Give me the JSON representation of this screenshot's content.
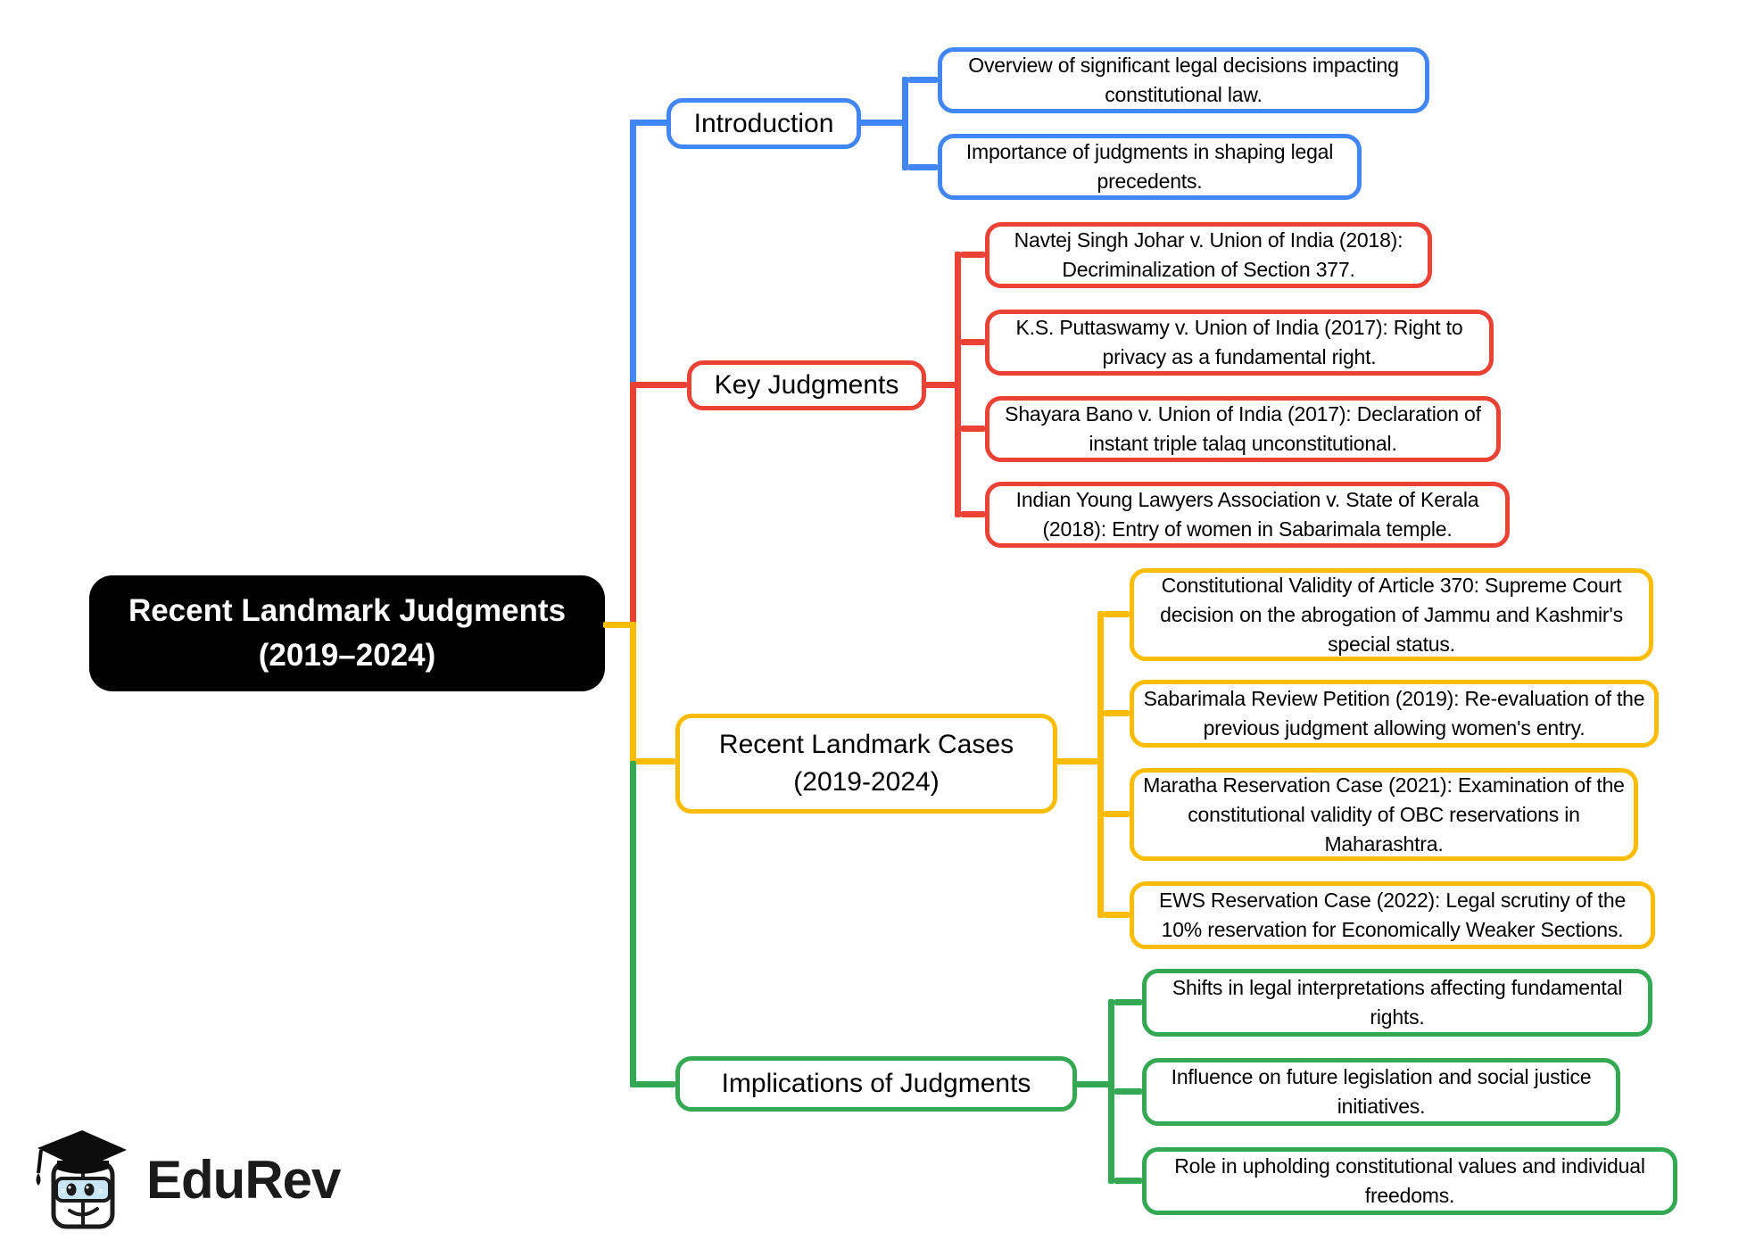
{
  "page": {
    "background": "#ffffff"
  },
  "root": {
    "title": "Recent Landmark Judgments",
    "years": "(2019–2024)",
    "bg": "#000000",
    "text_color": "#ffffff"
  },
  "branches": [
    {
      "label": "Introduction",
      "color": "#4285F4",
      "children": [
        "Overview of significant legal decisions impacting constitutional law.",
        "Importance of judgments in shaping legal precedents."
      ]
    },
    {
      "label": "Key Judgments",
      "color": "#EA4335",
      "children": [
        "Navtej Singh Johar v. Union of India (2018): Decriminalization of Section 377.",
        "K.S. Puttaswamy v. Union of India (2017): Right to privacy as a fundamental right.",
        "Shayara Bano v. Union of India (2017): Declaration of instant triple talaq unconstitutional.",
        "Indian Young Lawyers Association v. State of Kerala (2018): Entry of women in Sabarimala temple."
      ]
    },
    {
      "label": "Recent Landmark Cases (2019-2024)",
      "color": "#FBBC05",
      "children": [
        "Constitutional Validity of Article 370: Supreme Court decision on the abrogation of Jammu and Kashmir's special status.",
        "Sabarimala Review Petition (2019): Re-evaluation of the previous judgment allowing women's entry.",
        "Maratha Reservation Case (2021): Examination of the constitutional validity of OBC reservations in Maharashtra.",
        "EWS Reservation Case (2022): Legal scrutiny of the 10% reservation for Economically Weaker Sections."
      ]
    },
    {
      "label": "Implications of Judgments",
      "color": "#34A853",
      "children": [
        "Shifts in legal interpretations affecting fundamental rights.",
        "Influence on future legislation and social justice initiatives.",
        "Role in upholding constitutional values and individual freedoms."
      ]
    }
  ],
  "logo": {
    "brand": "EduRev"
  }
}
